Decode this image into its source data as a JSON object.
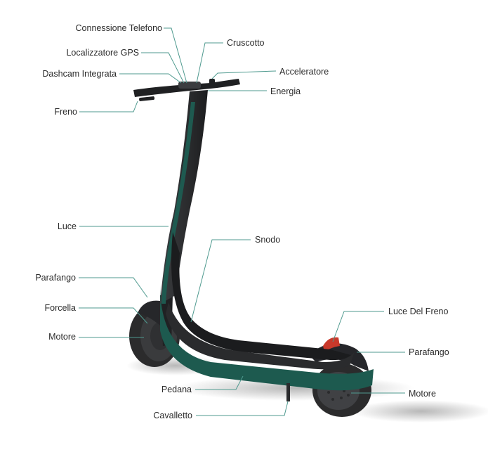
{
  "diagram": {
    "colors": {
      "leader": "#4f9a8f",
      "accent": "#1e5a50",
      "body": "#2a2b2d",
      "deck": "#1b1c1e",
      "tire": "#2b2b2c",
      "brake_light": "#c8392b"
    },
    "labels": {
      "connessione_telefono": "Connessione Telefono",
      "localizzatore_gps": "Localizzatore GPS",
      "dashcam_integrata": "Dashcam Integrata",
      "freno": "Freno",
      "luce": "Luce",
      "parafango_front": "Parafango",
      "forcella": "Forcella",
      "motore_front": "Motore",
      "pedana": "Pedana",
      "cavalletto": "Cavalletto",
      "cruscotto": "Cruscotto",
      "acceleratore": "Acceleratore",
      "energia": "Energia",
      "snodo": "Snodo",
      "luce_del_freno": "Luce Del Freno",
      "parafango_rear": "Parafango",
      "motore_rear": "Motore"
    }
  }
}
